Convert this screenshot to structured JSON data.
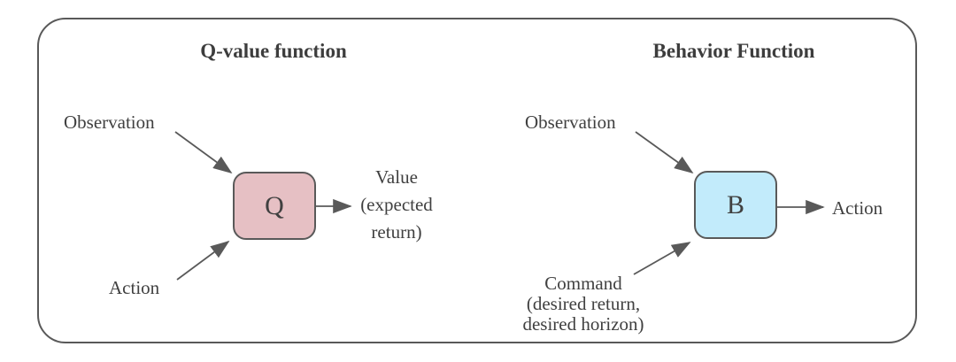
{
  "colors": {
    "q_fill": "#e6c0c4",
    "b_fill": "#c2ebfb",
    "stroke": "#595959",
    "text": "#404040"
  },
  "left_panel": {
    "title": "Q-value function",
    "observation_label": "Observation",
    "action_label": "Action",
    "node_label": "Q",
    "output_lines": [
      "Value",
      "(expected",
      "return)"
    ]
  },
  "right_panel": {
    "title": "Behavior Function",
    "observation_label": "Observation",
    "command_lines": [
      "Command",
      "(desired return,",
      "desired horizon)"
    ],
    "node_label": "B",
    "output_label": "Action"
  }
}
